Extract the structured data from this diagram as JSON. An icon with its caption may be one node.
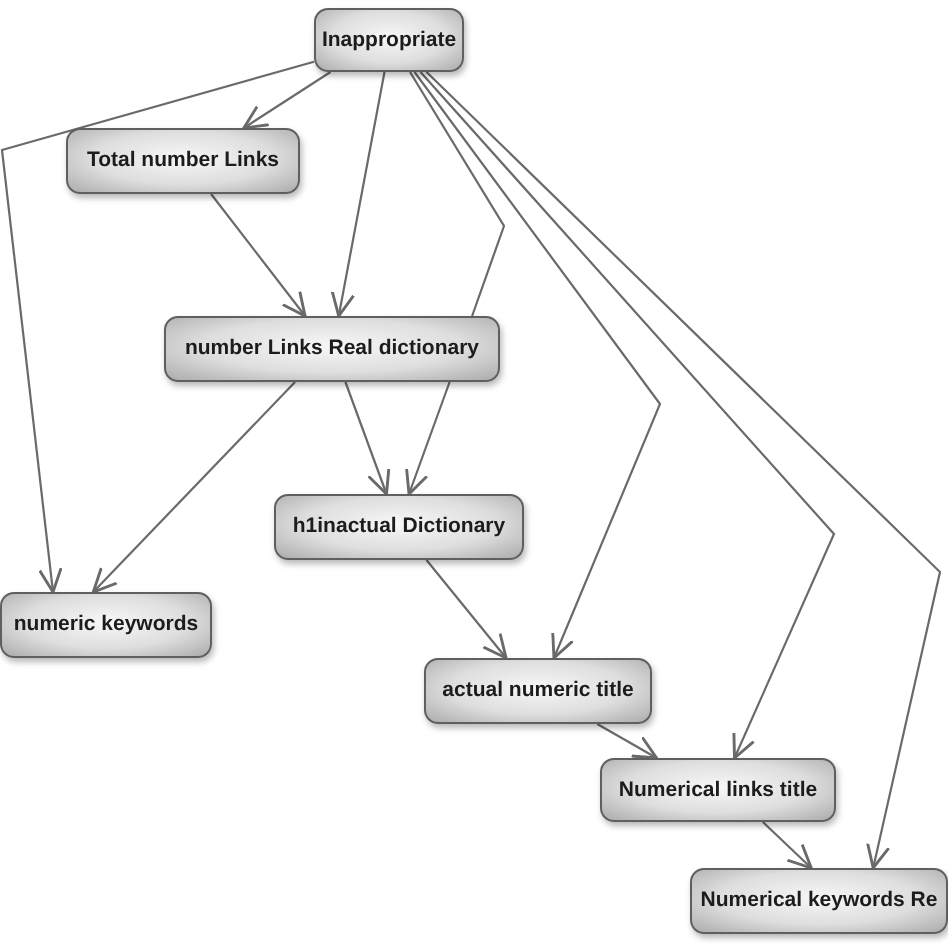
{
  "diagram": {
    "nodes": [
      {
        "text": [
          "Inappropriate"
        ]
      },
      {
        "text": [
          "Total number Links"
        ]
      },
      {
        "text": [
          "number Links Real dictionary"
        ]
      },
      {
        "text": [
          "h1inactual Dictionary"
        ]
      },
      {
        "text": [
          "numeric keywords"
        ]
      },
      {
        "text": [
          "actual numeric title"
        ]
      },
      {
        "text": [
          "Numerical links title"
        ]
      },
      {
        "text": [
          "Numerical keywords Re"
        ]
      }
    ],
    "edges": [
      {
        "from": 0,
        "to": 1,
        "arrow": "to"
      },
      {
        "from": 0,
        "to": 4,
        "arrow": "to"
      },
      {
        "from": 0,
        "to": 2,
        "arrow": "to"
      },
      {
        "from": 0,
        "to": 2,
        "arrow": "none"
      },
      {
        "from": 0,
        "to": 5,
        "arrow": "to"
      },
      {
        "from": 0,
        "to": 6,
        "arrow": "to"
      },
      {
        "from": 0,
        "to": 7,
        "arrow": "to"
      },
      {
        "from": 1,
        "to": 2,
        "arrow": "to"
      },
      {
        "from": 2,
        "to": 4,
        "arrow": "to"
      },
      {
        "from": 2,
        "to": 3,
        "arrow": "to"
      },
      {
        "from": 2,
        "to": 3,
        "arrow": "to"
      },
      {
        "from": 3,
        "to": 5,
        "arrow": "to"
      },
      {
        "from": 5,
        "to": 6,
        "arrow": "to"
      },
      {
        "from": 6,
        "to": 7,
        "arrow": "to"
      }
    ]
  }
}
